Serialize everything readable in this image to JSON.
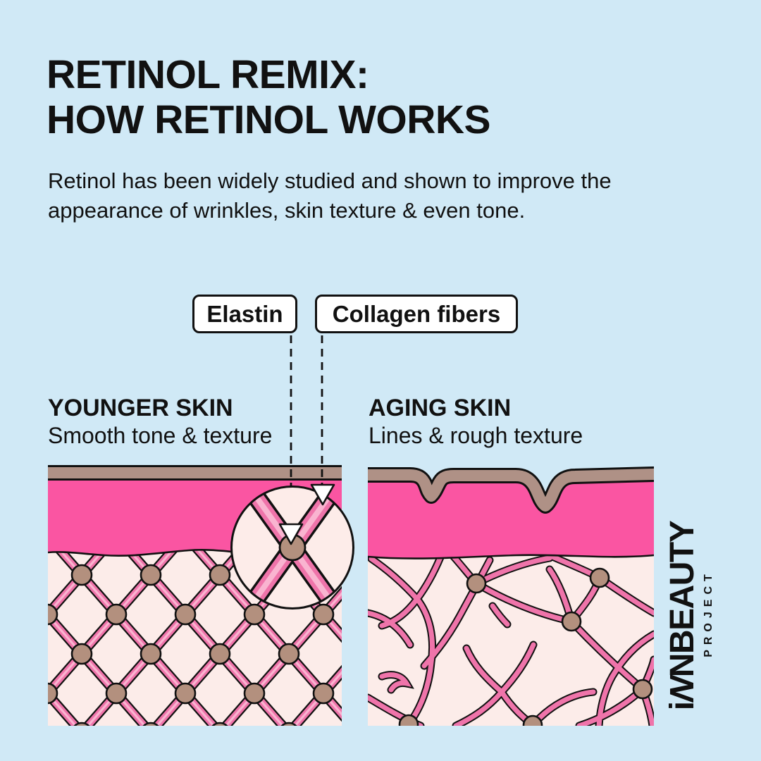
{
  "title": {
    "line1": "RETINOL REMIX:",
    "line2": "HOW RETINOL WORKS"
  },
  "intro": "Retinol has been widely studied and shown to improve the appearance of wrinkles, skin texture & even tone.",
  "callouts": {
    "elastin": "Elastin",
    "collagen": "Collagen fibers"
  },
  "panels": [
    {
      "heading": "YOUNGER SKIN",
      "subheading": "Smooth tone & texture"
    },
    {
      "heading": "AGING SKIN",
      "subheading": "Lines & rough texture"
    }
  ],
  "brand": {
    "prefix": "i",
    "stylized_n": "N",
    "rest": "NBEAUTY",
    "tagline": "PROJECT"
  },
  "colors": {
    "background": "#d0e9f6",
    "ink": "#111111",
    "epidermis_pink": "#fa55a2",
    "corneum_taupe": "#af9186",
    "dermis_pink": "#fcece9",
    "fiber_pink": "#ef74aa",
    "fiber_highlight": "#f9b4d0",
    "node_taupe": "#b3907e",
    "callout_bg": "#ffffff",
    "arrow_fill": "#ffffff"
  }
}
